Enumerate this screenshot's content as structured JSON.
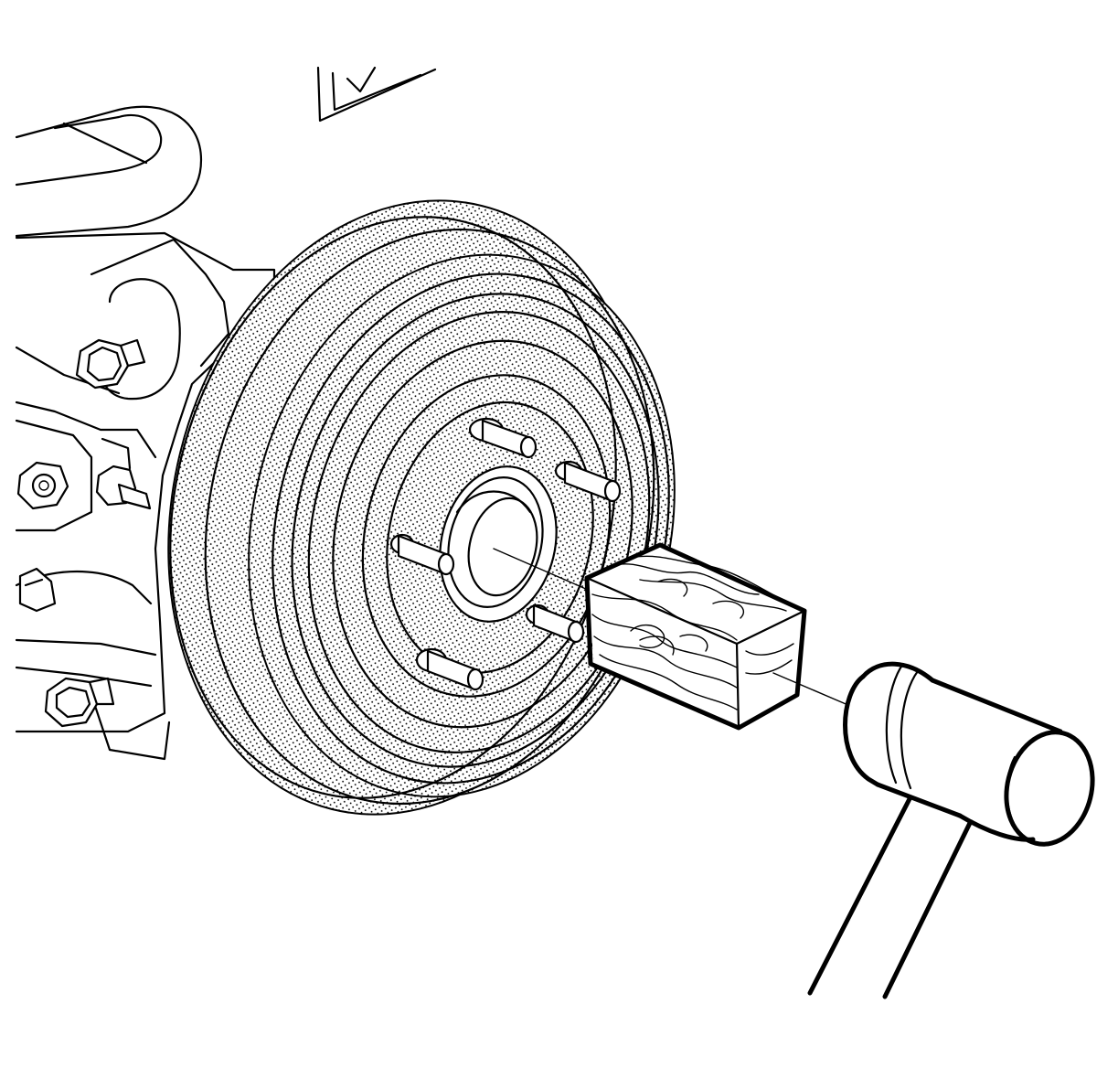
{
  "figure": {
    "subject": "brake-drum-removal-with-wood-block-and-mallet",
    "colors": {
      "line": "#000000",
      "background": "#ffffff",
      "stipple": "#000000"
    },
    "parts": {
      "suspension": "suspension-arm",
      "drum": "brake-drum",
      "studs": [
        "wheel-stud",
        "wheel-stud",
        "wheel-stud",
        "wheel-stud",
        "wheel-stud"
      ],
      "hub": "hub-center",
      "block": "wood-block",
      "mallet": "mallet"
    }
  }
}
